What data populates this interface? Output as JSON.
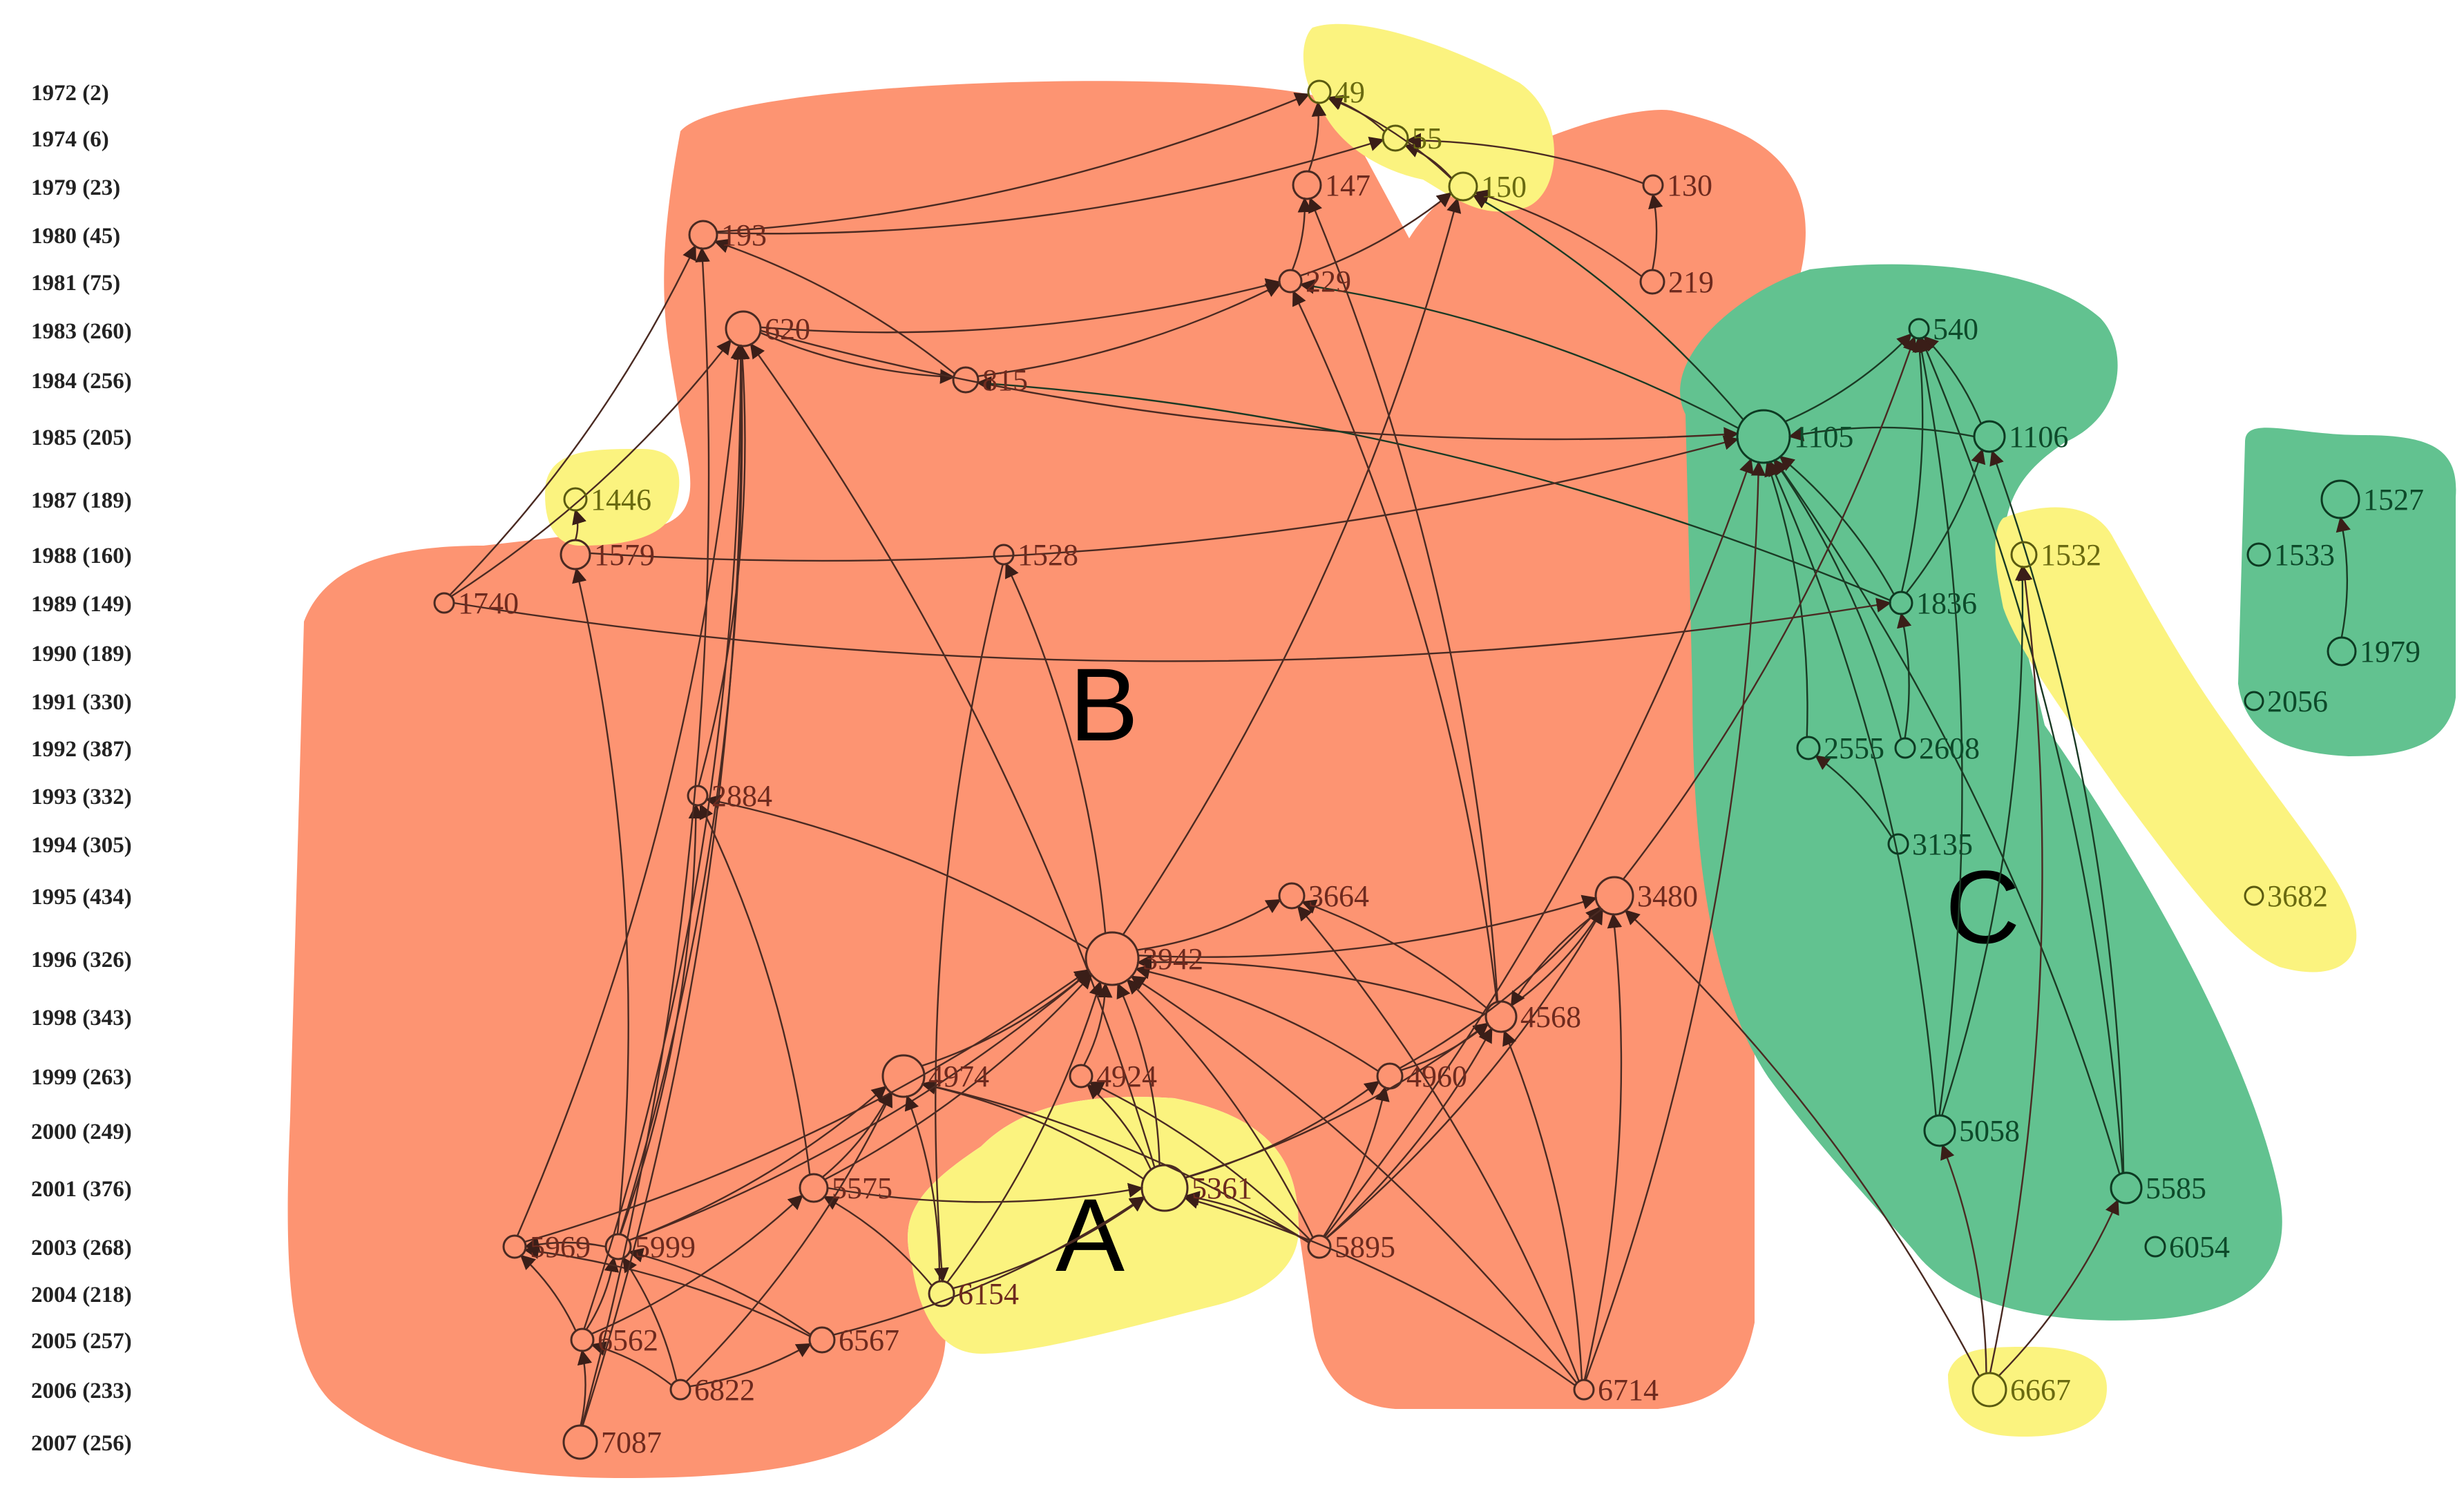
{
  "year_labels": [
    {
      "year": "1972 (2)"
    },
    {
      "year": "1974 (6)"
    },
    {
      "year": "1979 (23)"
    },
    {
      "year": "1980 (45)"
    },
    {
      "year": "1981 (75)"
    },
    {
      "year": "1983 (260)"
    },
    {
      "year": "1984 (256)"
    },
    {
      "year": "1985 (205)"
    },
    {
      "year": "1987 (189)"
    },
    {
      "year": "1988 (160)"
    },
    {
      "year": "1989 (149)"
    },
    {
      "year": "1990 (189)"
    },
    {
      "year": "1991 (330)"
    },
    {
      "year": "1992 (387)"
    },
    {
      "year": "1993 (332)"
    },
    {
      "year": "1994 (305)"
    },
    {
      "year": "1995 (434)"
    },
    {
      "year": "1996 (326)"
    },
    {
      "year": "1998 (343)"
    },
    {
      "year": "1999 (263)"
    },
    {
      "year": "2000 (249)"
    },
    {
      "year": "2001 (376)"
    },
    {
      "year": "2003 (268)"
    },
    {
      "year": "2004 (218)"
    },
    {
      "year": "2005 (257)"
    },
    {
      "year": "2006 (233)"
    },
    {
      "year": "2007 (256)"
    }
  ],
  "cluster_labels": {
    "a": "A",
    "b": "B",
    "c": "C"
  },
  "nodes": [
    {
      "id": "49"
    },
    {
      "id": "55"
    },
    {
      "id": "147"
    },
    {
      "id": "150"
    },
    {
      "id": "130"
    },
    {
      "id": "193"
    },
    {
      "id": "229"
    },
    {
      "id": "219"
    },
    {
      "id": "620"
    },
    {
      "id": "815"
    },
    {
      "id": "540"
    },
    {
      "id": "1105"
    },
    {
      "id": "1106"
    },
    {
      "id": "1446"
    },
    {
      "id": "1579"
    },
    {
      "id": "1527"
    },
    {
      "id": "1533"
    },
    {
      "id": "1528"
    },
    {
      "id": "1532"
    },
    {
      "id": "1740"
    },
    {
      "id": "1836"
    },
    {
      "id": "1979"
    },
    {
      "id": "2056"
    },
    {
      "id": "2555"
    },
    {
      "id": "2608"
    },
    {
      "id": "2884"
    },
    {
      "id": "3135"
    },
    {
      "id": "3664"
    },
    {
      "id": "3480"
    },
    {
      "id": "3682"
    },
    {
      "id": "3942"
    },
    {
      "id": "4568"
    },
    {
      "id": "4974"
    },
    {
      "id": "4924"
    },
    {
      "id": "4960"
    },
    {
      "id": "5058"
    },
    {
      "id": "5361"
    },
    {
      "id": "5575"
    },
    {
      "id": "5585"
    },
    {
      "id": "5969"
    },
    {
      "id": "5999"
    },
    {
      "id": "5895"
    },
    {
      "id": "6054"
    },
    {
      "id": "6154"
    },
    {
      "id": "6562"
    },
    {
      "id": "6567"
    },
    {
      "id": "6822"
    },
    {
      "id": "6714"
    },
    {
      "id": "6667"
    },
    {
      "id": "7087"
    }
  ],
  "edges": [
    [
      "55",
      "49"
    ],
    [
      "150",
      "55"
    ],
    [
      "150",
      "49"
    ],
    [
      "130",
      "55"
    ],
    [
      "219",
      "130"
    ],
    [
      "219",
      "150"
    ],
    [
      "147",
      "49"
    ],
    [
      "229",
      "147"
    ],
    [
      "229",
      "150"
    ],
    [
      "193",
      "49"
    ],
    [
      "193",
      "55"
    ],
    [
      "620",
      "229"
    ],
    [
      "620",
      "815"
    ],
    [
      "620",
      "1105"
    ],
    [
      "815",
      "193"
    ],
    [
      "815",
      "229"
    ],
    [
      "1105",
      "229"
    ],
    [
      "1105",
      "150"
    ],
    [
      "1106",
      "1105"
    ],
    [
      "1105",
      "540"
    ],
    [
      "1106",
      "540"
    ],
    [
      "1836",
      "540"
    ],
    [
      "1836",
      "1105"
    ],
    [
      "1836",
      "1106"
    ],
    [
      "1836",
      "815"
    ],
    [
      "2555",
      "1105"
    ],
    [
      "2608",
      "1105"
    ],
    [
      "2608",
      "1836"
    ],
    [
      "3135",
      "2555"
    ],
    [
      "5058",
      "1105"
    ],
    [
      "5058",
      "540"
    ],
    [
      "5058",
      "1532"
    ],
    [
      "5585",
      "1105"
    ],
    [
      "5585",
      "1106"
    ],
    [
      "5585",
      "540"
    ],
    [
      "6667",
      "5058"
    ],
    [
      "6667",
      "5585"
    ],
    [
      "6667",
      "1532"
    ],
    [
      "6667",
      "3480"
    ],
    [
      "1979",
      "1527"
    ],
    [
      "1579",
      "1446"
    ],
    [
      "1579",
      "1105"
    ],
    [
      "1740",
      "620"
    ],
    [
      "1740",
      "193"
    ],
    [
      "1740",
      "1836"
    ],
    [
      "2884",
      "620"
    ],
    [
      "3942",
      "2884"
    ],
    [
      "3942",
      "1528"
    ],
    [
      "3942",
      "3664"
    ],
    [
      "3942",
      "3480"
    ],
    [
      "3942",
      "150"
    ],
    [
      "4568",
      "3942"
    ],
    [
      "4568",
      "3480"
    ],
    [
      "4568",
      "229"
    ],
    [
      "4568",
      "147"
    ],
    [
      "4568",
      "3664"
    ],
    [
      "4974",
      "3942"
    ],
    [
      "4924",
      "3942"
    ],
    [
      "4960",
      "3942"
    ],
    [
      "4960",
      "4568"
    ],
    [
      "4960",
      "3480"
    ],
    [
      "5361",
      "4974"
    ],
    [
      "5361",
      "4924"
    ],
    [
      "5361",
      "4960"
    ],
    [
      "5361",
      "3942"
    ],
    [
      "5361",
      "4568"
    ],
    [
      "5361",
      "620"
    ],
    [
      "5575",
      "4974"
    ],
    [
      "5575",
      "2884"
    ],
    [
      "5575",
      "3942"
    ],
    [
      "5575",
      "5361"
    ],
    [
      "5895",
      "5361"
    ],
    [
      "5895",
      "4924"
    ],
    [
      "5895",
      "4960"
    ],
    [
      "5895",
      "4568"
    ],
    [
      "5895",
      "3480"
    ],
    [
      "5895",
      "3942"
    ],
    [
      "5895",
      "4974"
    ],
    [
      "5969",
      "620"
    ],
    [
      "5969",
      "3942"
    ],
    [
      "5999",
      "620"
    ],
    [
      "5999",
      "5969"
    ],
    [
      "5999",
      "3942"
    ],
    [
      "5999",
      "4974"
    ],
    [
      "5999",
      "1579"
    ],
    [
      "5999",
      "2884"
    ],
    [
      "6154",
      "4974"
    ],
    [
      "6154",
      "5575"
    ],
    [
      "6154",
      "5361"
    ],
    [
      "6154",
      "3942"
    ],
    [
      "6562",
      "5969"
    ],
    [
      "6562",
      "5999"
    ],
    [
      "6562",
      "5575"
    ],
    [
      "6562",
      "620"
    ],
    [
      "6567",
      "5969"
    ],
    [
      "6567",
      "5999"
    ],
    [
      "6567",
      "5361"
    ],
    [
      "6822",
      "6562"
    ],
    [
      "6822",
      "6567"
    ],
    [
      "6822",
      "5999"
    ],
    [
      "6822",
      "4974"
    ],
    [
      "6714",
      "4568"
    ],
    [
      "6714",
      "3480"
    ],
    [
      "6714",
      "3942"
    ],
    [
      "6714",
      "5361"
    ],
    [
      "6714",
      "3664"
    ],
    [
      "7087",
      "6562"
    ],
    [
      "7087",
      "620"
    ],
    [
      "7087",
      "193"
    ],
    [
      "1528",
      "6154"
    ],
    [
      "6714",
      "1105"
    ],
    [
      "5895",
      "1105"
    ],
    [
      "3480",
      "540"
    ],
    [
      "3480",
      "4568"
    ]
  ]
}
